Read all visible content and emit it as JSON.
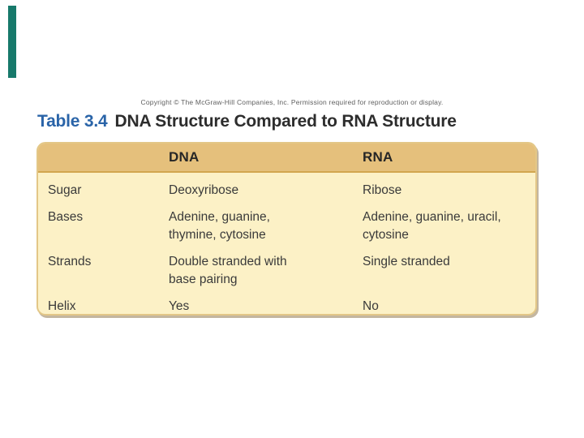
{
  "decor": {
    "teal_bar_color": "#17796b"
  },
  "copyright": "Copyright © The McGraw-Hill Companies, Inc. Permission required for reproduction or display.",
  "title": {
    "label": "Table 3.4",
    "label_color": "#2a64a8",
    "text": "DNA Structure Compared to RNA Structure"
  },
  "table": {
    "colors": {
      "header_bg": "#e5c07c",
      "body_bg": "#fcf1c6",
      "header_rule": "#d2a64f",
      "border": "#e3c787"
    },
    "columns": [
      "",
      "DNA",
      "RNA"
    ],
    "rows": [
      {
        "label": "Sugar",
        "dna": "Deoxyribose",
        "rna": "Ribose"
      },
      {
        "label": "Bases",
        "dna": "Adenine, guanine,\nthymine, cytosine",
        "rna": "Adenine, guanine, uracil,\ncytosine"
      },
      {
        "label": "Strands",
        "dna": "Double stranded with\nbase pairing",
        "rna": "Single stranded"
      },
      {
        "label": "Helix",
        "dna": "Yes",
        "rna": "No"
      }
    ]
  }
}
